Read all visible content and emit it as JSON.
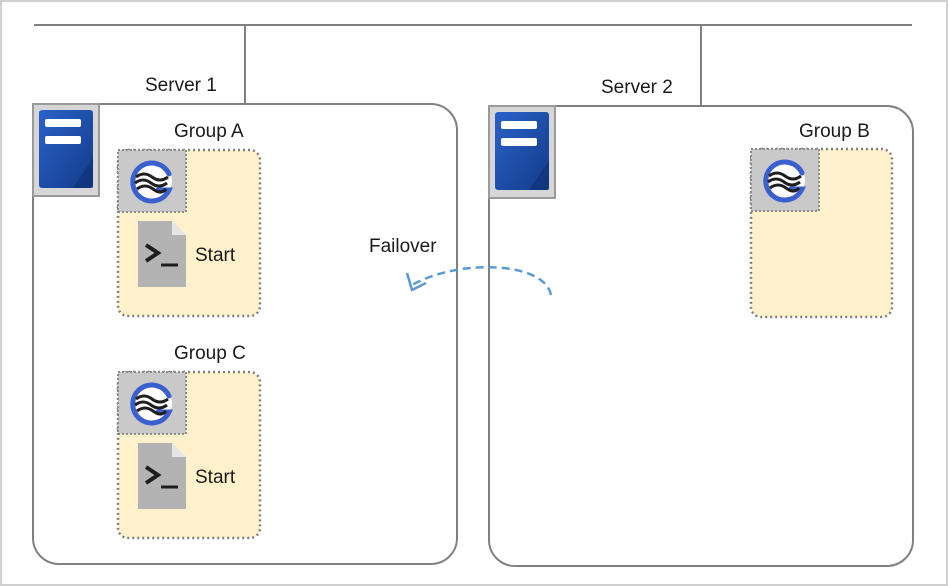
{
  "network": {
    "servers": [
      {
        "id": "server1",
        "label": "Server 1"
      },
      {
        "id": "server2",
        "label": "Server 2"
      }
    ]
  },
  "groups": [
    {
      "id": "group-a",
      "label": "Group A",
      "server": "server1",
      "script_label": "Start"
    },
    {
      "id": "group-c",
      "label": "Group C",
      "server": "server1",
      "script_label": "Start"
    },
    {
      "id": "group-b",
      "label": "Group B",
      "server": "server2"
    }
  ],
  "failover": {
    "label": "Failover",
    "from": "server2",
    "to": "server1"
  },
  "colors": {
    "server_icon": "#1f4fa8",
    "group_fill": "#fff1cc",
    "cluster_icon": "#3a5fcf",
    "failover_arrow": "#5a9bd5",
    "network_line": "#808080"
  }
}
